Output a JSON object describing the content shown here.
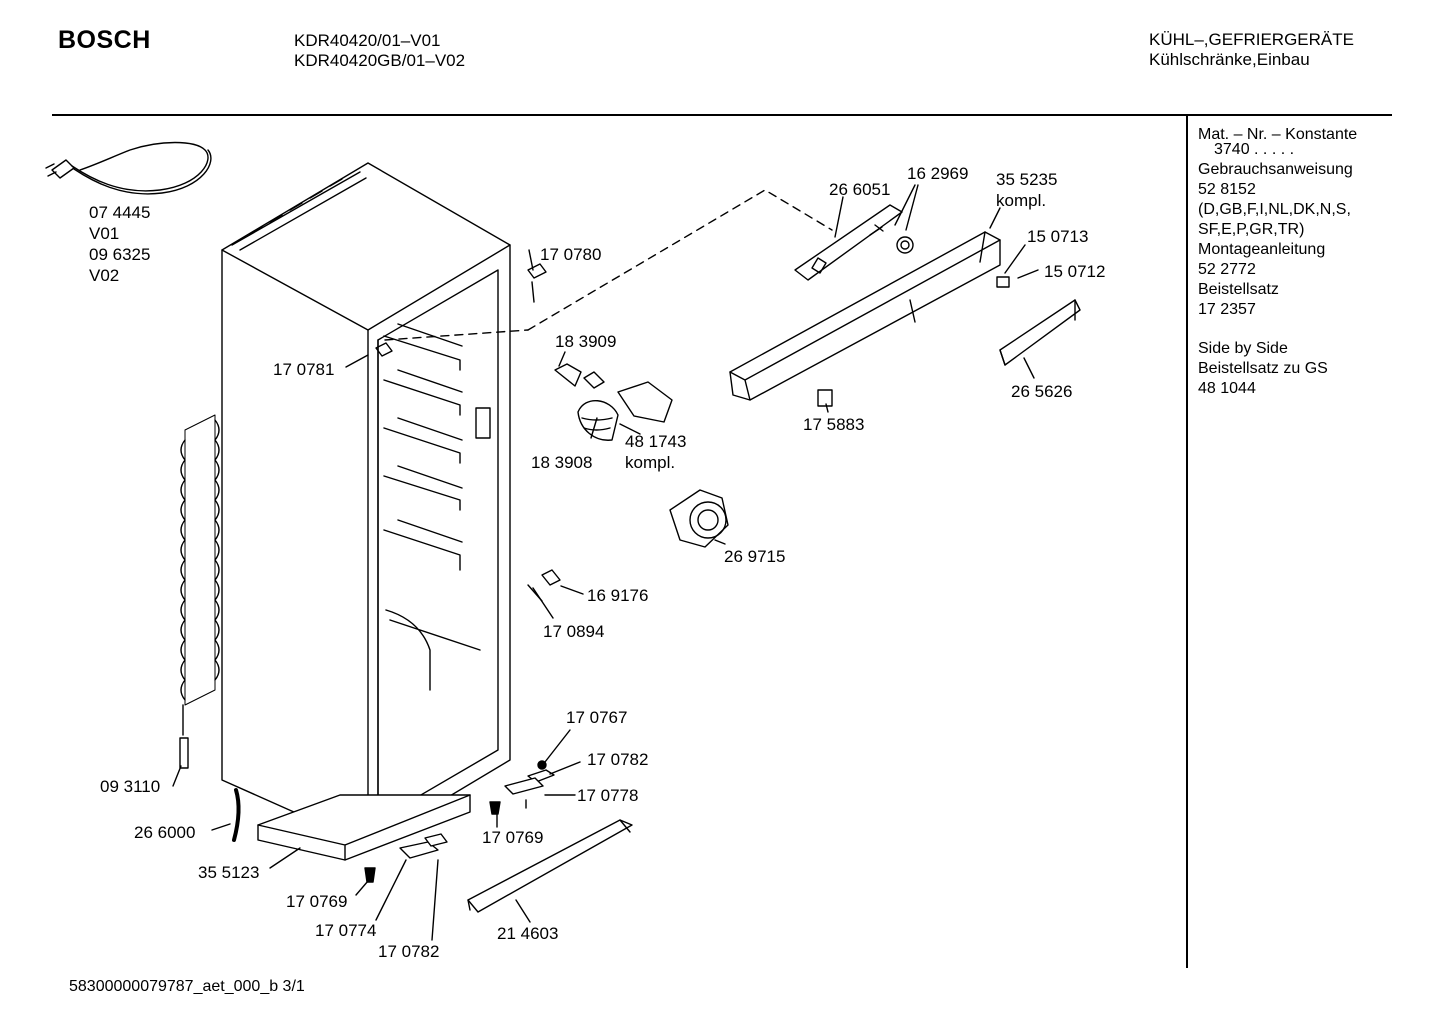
{
  "header": {
    "brand": "BOSCH",
    "models": [
      "KDR40420/01–V01",
      "KDR40420GB/01–V02"
    ],
    "category": [
      "KÜHL–,GEFRIERGERÄTE",
      "Kühlschränke,Einbau"
    ]
  },
  "sidebar": {
    "constant_label": "Mat. – Nr. – Konstante",
    "constant_value": "3740  .  .  .  .  .",
    "lines": [
      "Gebrauchsanweisung",
      "52 8152",
      "(D,GB,F,I,NL,DK,N,S,",
      "SF,E,P,GR,TR)",
      "Montageanleitung",
      "52 2772",
      "Beistellsatz",
      "17 2357",
      "",
      "Side by Side",
      "Beistellsatz zu GS",
      "48 1044"
    ]
  },
  "parts": [
    "07 4445",
    "V01",
    "09 6325",
    "V02",
    "17 0780",
    "26 6051",
    "16 2969",
    "35 5235",
    "kompl.",
    "15 0713",
    "15 0712",
    "17 0781",
    "18 3909",
    "48 1743",
    "kompl.",
    "18 3908",
    "17 5883",
    "26 5626",
    "26 9715",
    "16 9176",
    "17 0894",
    "17 0767",
    "17 0782",
    "17 0778",
    "09 3110",
    "17 0769",
    "26 6000",
    "35 5123",
    "17 0769",
    "17 0774",
    "17 0782",
    "21 4603"
  ],
  "footer": {
    "doc_id": "58300000079787_aet_000_b  3/1"
  }
}
